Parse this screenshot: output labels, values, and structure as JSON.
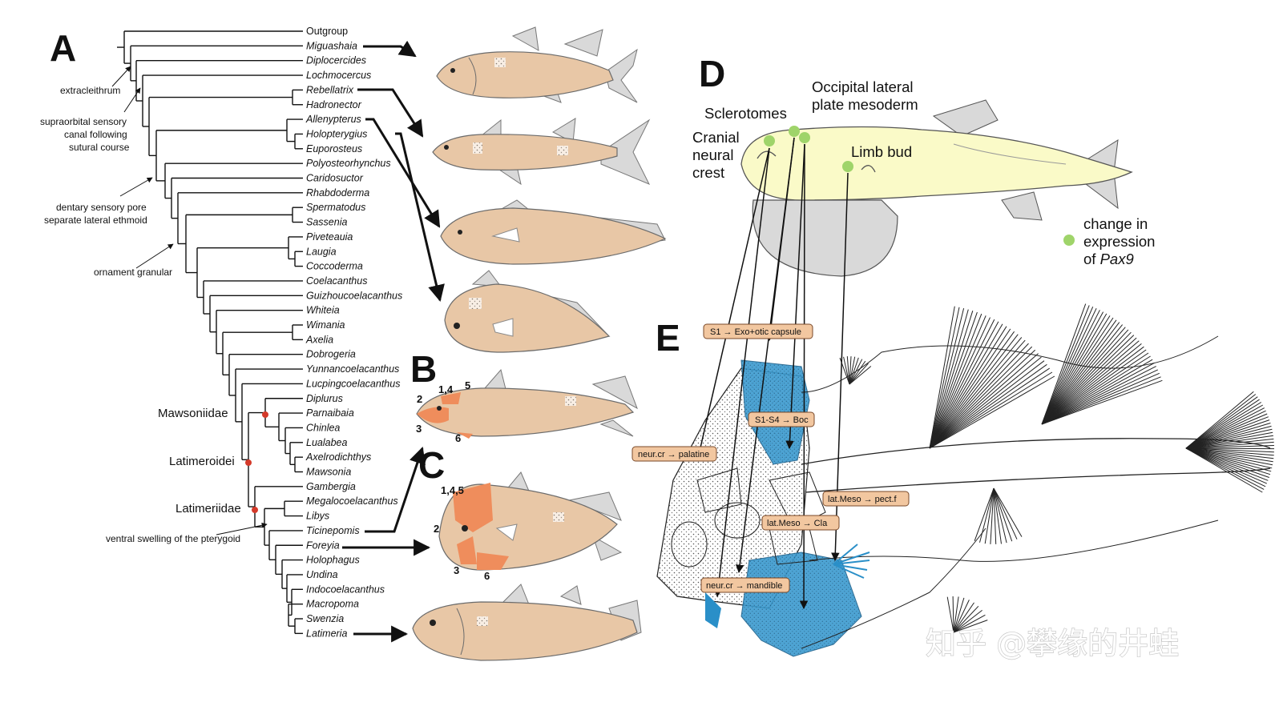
{
  "panels": {
    "a": "A",
    "b": "B",
    "c": "C",
    "d": "D",
    "e": "E"
  },
  "taxa": [
    "Outgroup",
    "Miguashaia",
    "Diplocercides",
    "Lochmocercus",
    "Rebellatrix",
    "Hadronector",
    "Allenypterus",
    "Holopterygius",
    "Euporosteus",
    "Polyosteorhynchus",
    "Caridosuctor",
    "Rhabdoderma",
    "Spermatodus",
    "Sassenia",
    "Piveteauia",
    "Laugia",
    "Coccoderma",
    "Coelacanthus",
    "Guizhoucoelacanthus",
    "Whiteia",
    "Wimania",
    "Axelia",
    "Dobrogeria",
    "Yunnancoelacanthus",
    "Lucpingcoelacanthus",
    "Diplurus",
    "Parnaibaia",
    "Chinlea",
    "Lualabea",
    "Axelrodichthys",
    "Mawsonia",
    "Gambergia",
    "Megalocoelacanthus",
    "Libys",
    "Ticinepomis",
    "Foreyia",
    "Holophagus",
    "Undina",
    "Indocoelacanthus",
    "Macropoma",
    "Swenzia",
    "Latimeria"
  ],
  "annotations": {
    "extracleithrum": "extracleithrum",
    "supraorbital_1": "supraorbital sensory",
    "supraorbital_2": "canal following",
    "supraorbital_3": "sutural course",
    "dentary_1": "dentary sensory pore",
    "dentary_2": "separate lateral ethmoid",
    "ornament": "ornament granular",
    "ventral": "ventral swelling of the pterygoid"
  },
  "clades": {
    "mawsoniidae": "Mawsoniidae",
    "latimeroidei": "Latimeroidei",
    "latimeriidae": "Latimeriidae"
  },
  "bone_numbers": {
    "b_top1": "1,4",
    "b_top2": "5",
    "b_left1": "2",
    "b_left2": "3",
    "b_bottom": "6",
    "c_top": "1,4,5",
    "c_left1": "2",
    "c_left2": "3",
    "c_bottom": "6"
  },
  "panel_d": {
    "sclerotomes": "Sclerotomes",
    "occipital_1": "Occipital lateral",
    "occipital_2": "plate mesoderm",
    "cranial_1": "Cranial",
    "cranial_2": "neural",
    "cranial_3": "crest",
    "limb_bud": "Limb bud",
    "legend_1": "change in",
    "legend_2": "expression",
    "legend_3_prefix": "of ",
    "legend_3_gene": "Pax9"
  },
  "panel_e_tags": [
    "S1 → Exo+otic capsule",
    "S1-S4 → Boc",
    "neur.cr → palatine",
    "lat.Meso → pect.f",
    "lat.Meso → Cla",
    "neur.cr → mandible"
  ],
  "watermark": "知乎 @攀缘的井蛙",
  "colors": {
    "fish": "#e8c7a6",
    "fish_stroke": "#6b6b6b",
    "fin": "#d9d9d9",
    "highlight": "#ef8d5c",
    "embryo": "#fafac8",
    "pax9": "#9fd46a",
    "skeleton_blue": "#2a8fc8",
    "node_red": "#d43a2a",
    "tag_fill": "#f2c7a0"
  }
}
